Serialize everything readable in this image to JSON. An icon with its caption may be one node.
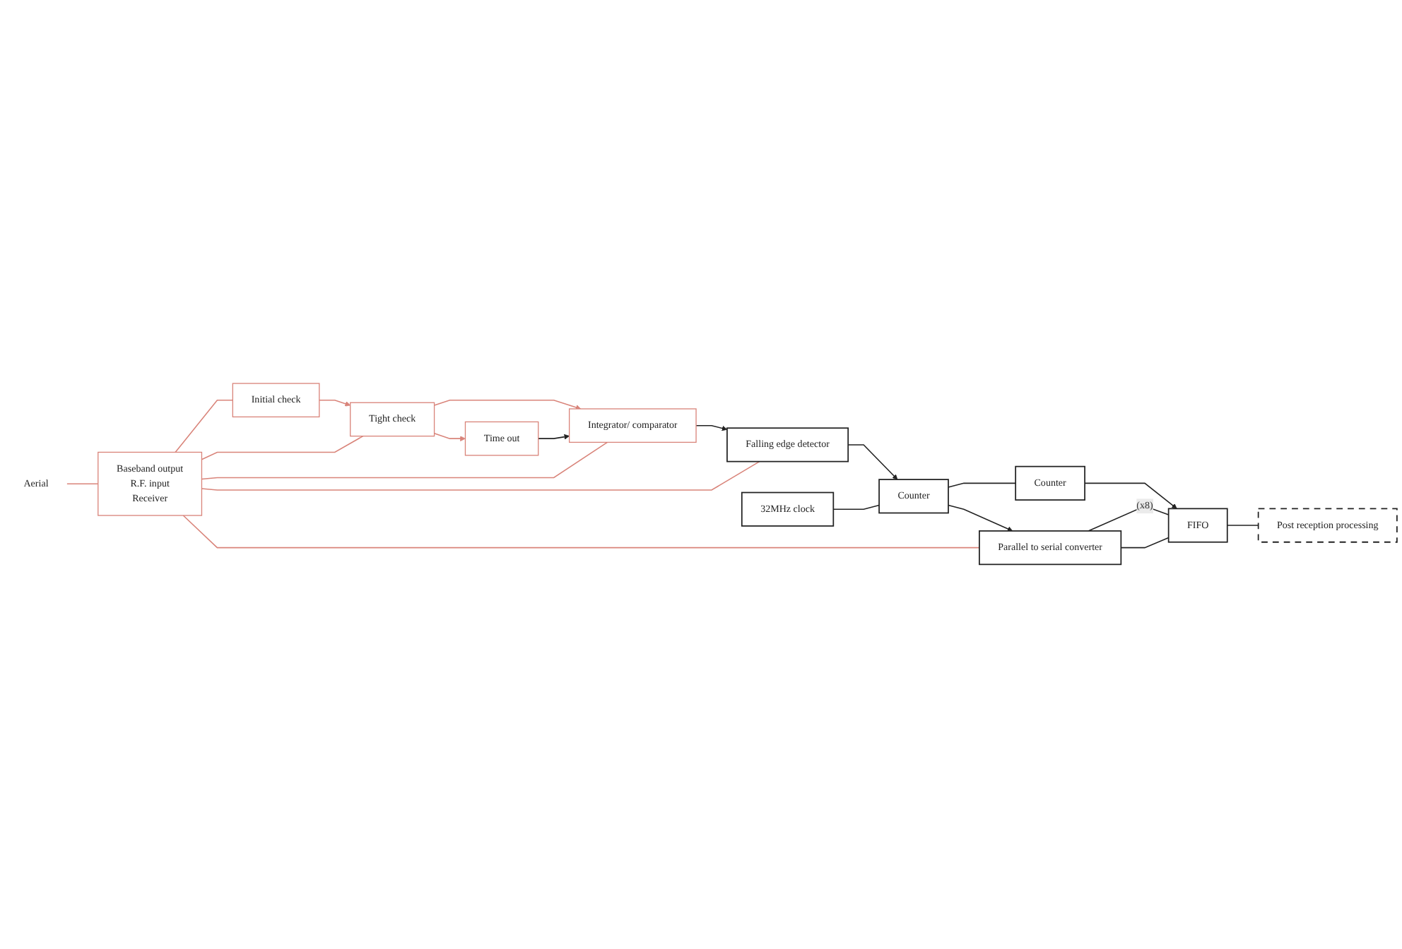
{
  "diagram": {
    "nodes": [
      {
        "text": [
          "Initial check"
        ]
      },
      {
        "text": [
          "Tight check"
        ]
      },
      {
        "text": [
          "Integrator/ comparator"
        ]
      },
      {
        "text": [
          "Falling edge detector"
        ]
      },
      {
        "text": [
          "Time out"
        ]
      },
      {
        "text": [
          "32MHz clock"
        ]
      },
      {
        "text": [
          "Counter"
        ]
      },
      {
        "text": [
          "Counter"
        ]
      },
      {
        "text": [
          "Parallel to serial converter"
        ]
      },
      {
        "text": [
          "FIFO"
        ]
      },
      {
        "text": [
          "Post reception processing"
        ]
      },
      {
        "text": [
          "Aerial"
        ]
      },
      {
        "text": [
          "Baseband output",
          "R.F. input",
          "Receiver"
        ]
      }
    ],
    "edges": [
      {
        "from": 0,
        "to": 1,
        "arrow": "to",
        "color": "#d9847a"
      },
      {
        "from": 1,
        "to": 2,
        "arrow": "to",
        "color": "#d9847a"
      },
      {
        "from": 1,
        "to": 4,
        "arrow": "to",
        "color": "#d9847a"
      },
      {
        "from": 4,
        "to": 2,
        "arrow": "to"
      },
      {
        "from": 2,
        "to": 3,
        "arrow": "to"
      },
      {
        "from": 3,
        "to": 6,
        "arrow": "to"
      },
      {
        "from": 5,
        "to": 6,
        "arrow": "none"
      },
      {
        "from": 6,
        "to": 7,
        "arrow": "none"
      },
      {
        "from": 6,
        "to": 8,
        "arrow": "to"
      },
      {
        "from": 7,
        "to": 9,
        "arrow": "to"
      },
      {
        "from": 8,
        "to": 9,
        "arrow": "none",
        "label": "(x8)"
      },
      {
        "from": 8,
        "to": 9,
        "arrow": "none"
      },
      {
        "from": 9,
        "to": 10,
        "arrow": "none"
      },
      {
        "from": 11,
        "to": 12,
        "arrow": "none",
        "color": "#d9847a"
      },
      {
        "from": 12,
        "to": 0,
        "arrow": "none",
        "color": "#d9847a"
      },
      {
        "from": 12,
        "to": 1,
        "arrow": "none",
        "color": "#d9847a"
      },
      {
        "from": 12,
        "to": 2,
        "arrow": "none",
        "color": "#d9847a"
      },
      {
        "from": 12,
        "to": 3,
        "arrow": "none",
        "color": "#d9847a"
      },
      {
        "from": 12,
        "to": 8,
        "arrow": "none",
        "color": "#d9847a"
      }
    ]
  }
}
